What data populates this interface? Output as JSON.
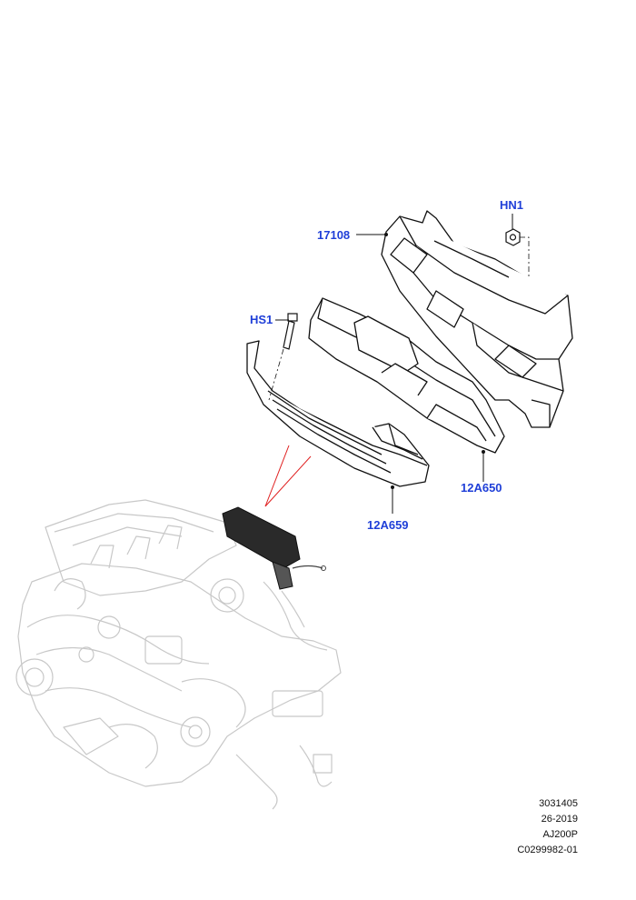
{
  "colors": {
    "callout": "#1f3fd8",
    "linework": "#111111",
    "engine_ghost": "#c8c8c8",
    "pointer": "#e02020",
    "background": "#ffffff"
  },
  "callouts": {
    "bracket": "17108",
    "nut": "HN1",
    "bolt": "HS1",
    "module": "12A650",
    "housing": "12A659"
  },
  "reference": {
    "code1": "3031405",
    "code2": "26-2019",
    "code3": "AJ200P",
    "code4": "C0299982-01"
  }
}
